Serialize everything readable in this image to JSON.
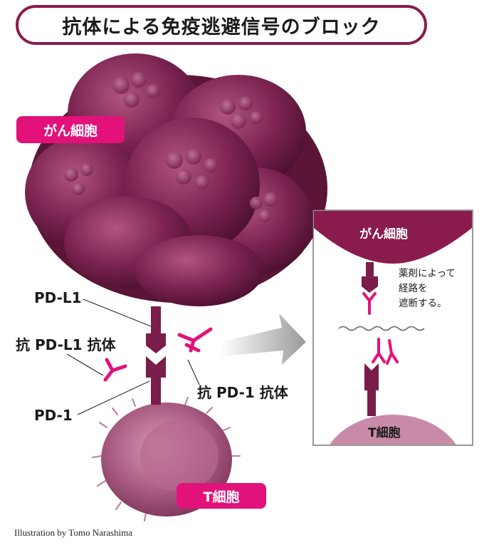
{
  "title": "抗体による免疫逃避信号のブロック",
  "labels": {
    "cancer_cell": "がん細胞",
    "t_cell": "T細胞",
    "pd_l1": "PD-L1",
    "anti_pd_l1": "抗 PD-L1 抗体",
    "anti_pd_1": "抗 PD-1 抗体",
    "pd_1": "PD-1"
  },
  "inset": {
    "cancer_cell": "がん細胞",
    "t_cell": "T細胞",
    "note_lines": [
      "薬剤によって",
      "経路を",
      "遮断する。"
    ]
  },
  "credit": "Illustration by Tomo Narashima",
  "colors": {
    "frame": "#8a1b4d",
    "accent_pink": "#e2127a",
    "cell_dark": "#6e1a45",
    "cell_mid": "#8e2f63",
    "receptor": "#7a1d4b",
    "t_cell_light": "#c98aa8"
  }
}
